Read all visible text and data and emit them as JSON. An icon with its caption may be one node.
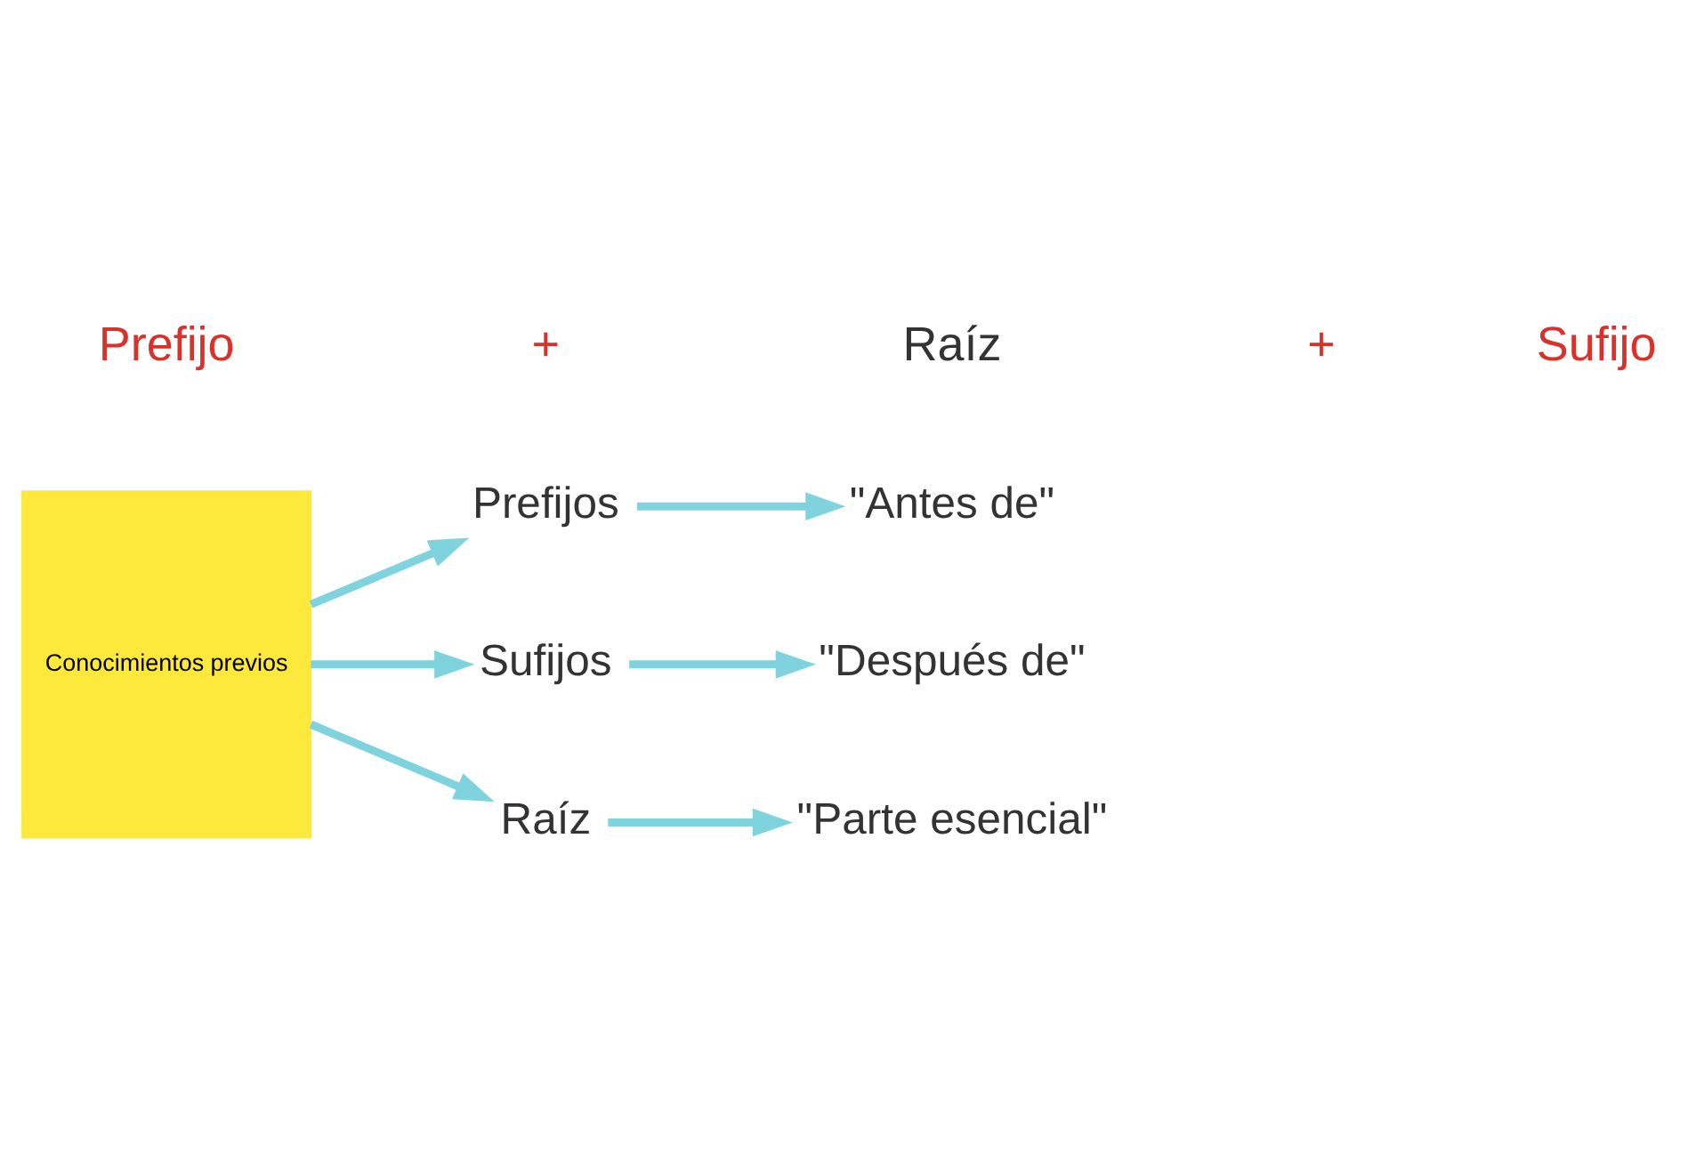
{
  "diagram": {
    "nodes": [
      {
        "text": [
          "Conocimientos previos"
        ]
      },
      {
        "text": [
          "Prefijos"
        ]
      },
      {
        "text": [
          "\"Antes de\""
        ]
      },
      {
        "text": [
          "Sufijos"
        ]
      },
      {
        "text": [
          "\"Después de\""
        ]
      },
      {
        "text": [
          "Raíz"
        ]
      },
      {
        "text": [
          "\"Parte esencial\""
        ]
      }
    ],
    "edges": [
      {
        "from": 0,
        "to": 1,
        "arrow": "to"
      },
      {
        "from": 1,
        "to": 2,
        "arrow": "to"
      },
      {
        "from": 0,
        "to": 3,
        "arrow": "to"
      },
      {
        "from": 3,
        "to": 4,
        "arrow": "to"
      },
      {
        "from": 0,
        "to": 5,
        "arrow": "to"
      },
      {
        "from": 5,
        "to": 6,
        "arrow": "to"
      }
    ],
    "labels": [
      "Prefijo",
      "+",
      "Raíz",
      "+",
      "Sufijo"
    ]
  }
}
